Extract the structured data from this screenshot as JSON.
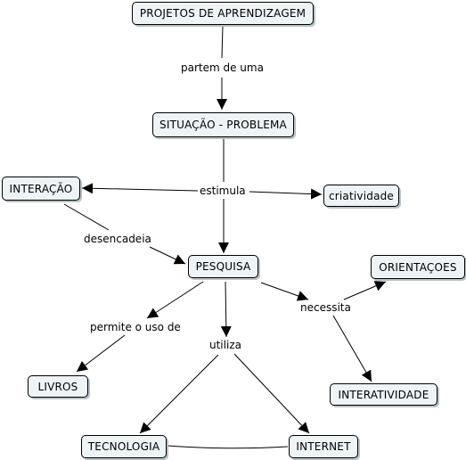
{
  "concept_map": {
    "nodes": {
      "projetos": "PROJETOS DE APRENDIZAGEM",
      "situacao": "SITUAÇÃO - PROBLEMA",
      "interacao": "INTERAÇÃO",
      "criatividade": "criatividade",
      "pesquisa": "PESQUISA",
      "orientacoes": "ORIENTAÇOES",
      "livros": "LIVROS",
      "interatividade": "INTERATIVIDADE",
      "tecnologia": "TECNOLOGIA",
      "internet": "INTERNET"
    },
    "linking_phrases": {
      "partem": "partem de uma",
      "estimula": "estimula",
      "desencadeia": "desencadeia",
      "permite": "permite o uso de",
      "utiliza": "utiliza",
      "necessita": "necessita"
    },
    "connections": [
      {
        "from": "projetos",
        "via": "partem",
        "to": [
          "situacao"
        ]
      },
      {
        "from": "situacao",
        "via": "estimula",
        "to": [
          "interacao",
          "criatividade",
          "pesquisa"
        ]
      },
      {
        "from": "interacao",
        "via": "desencadeia",
        "to": [
          "pesquisa"
        ]
      },
      {
        "from": "pesquisa",
        "via": "permite",
        "to": [
          "livros"
        ]
      },
      {
        "from": "pesquisa",
        "via": "utiliza",
        "to": [
          "tecnologia",
          "internet"
        ]
      },
      {
        "from": "pesquisa",
        "via": "necessita",
        "to": [
          "orientacoes",
          "interatividade"
        ]
      },
      {
        "from": "tecnologia",
        "via": null,
        "to": [
          "internet"
        ]
      }
    ]
  }
}
